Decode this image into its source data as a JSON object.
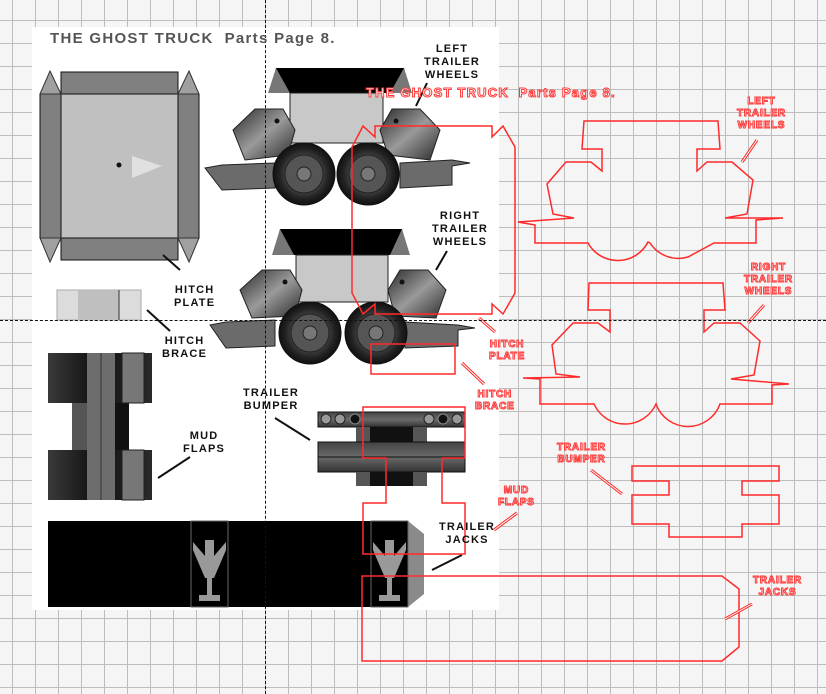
{
  "sheet": {
    "title": "THE GHOST TRUCK  Parts Page 8.",
    "overlay_title": "THE GHOST TRUCK  Parts Page 8.",
    "grid_unit": "square grid",
    "colors": {
      "paper": "#ffffff",
      "grid_background": "#f5f5f5",
      "grid_lines": "#bdbdbd",
      "outline_red": "#ff2a2a",
      "label_black": "#111111",
      "title_gray": "#555555"
    }
  },
  "parts": [
    {
      "id": "hitch-plate",
      "label": "HITCH\nPLATE"
    },
    {
      "id": "hitch-brace",
      "label": "HITCH\nBRACE"
    },
    {
      "id": "left-trailer-wheels",
      "label": "LEFT\nTRAILER\nWHEELS"
    },
    {
      "id": "right-trailer-wheels",
      "label": "RIGHT\nTRAILER\nWHEELS"
    },
    {
      "id": "trailer-bumper",
      "label": "TRAILER\nBUMPER"
    },
    {
      "id": "mud-flaps",
      "label": "MUD\nFLAPS"
    },
    {
      "id": "trailer-jacks",
      "label": "TRAILER\nJACKS"
    }
  ],
  "outline_labels": [
    {
      "id": "left-trailer-wheels",
      "label": "LEFT\nTRAILER\nWHEELS"
    },
    {
      "id": "right-trailer-wheels",
      "label": "RIGHT\nTRAILER\nWHEELS"
    },
    {
      "id": "hitch-plate",
      "label": "HITCH\nPLATE"
    },
    {
      "id": "hitch-brace",
      "label": "HITCH\nBRACE"
    },
    {
      "id": "trailer-bumper",
      "label": "TRAILER\nBUMPER"
    },
    {
      "id": "mud-flaps",
      "label": "MUD\nFLAPS"
    },
    {
      "id": "trailer-jacks",
      "label": "TRAILER\nJACKS"
    }
  ]
}
